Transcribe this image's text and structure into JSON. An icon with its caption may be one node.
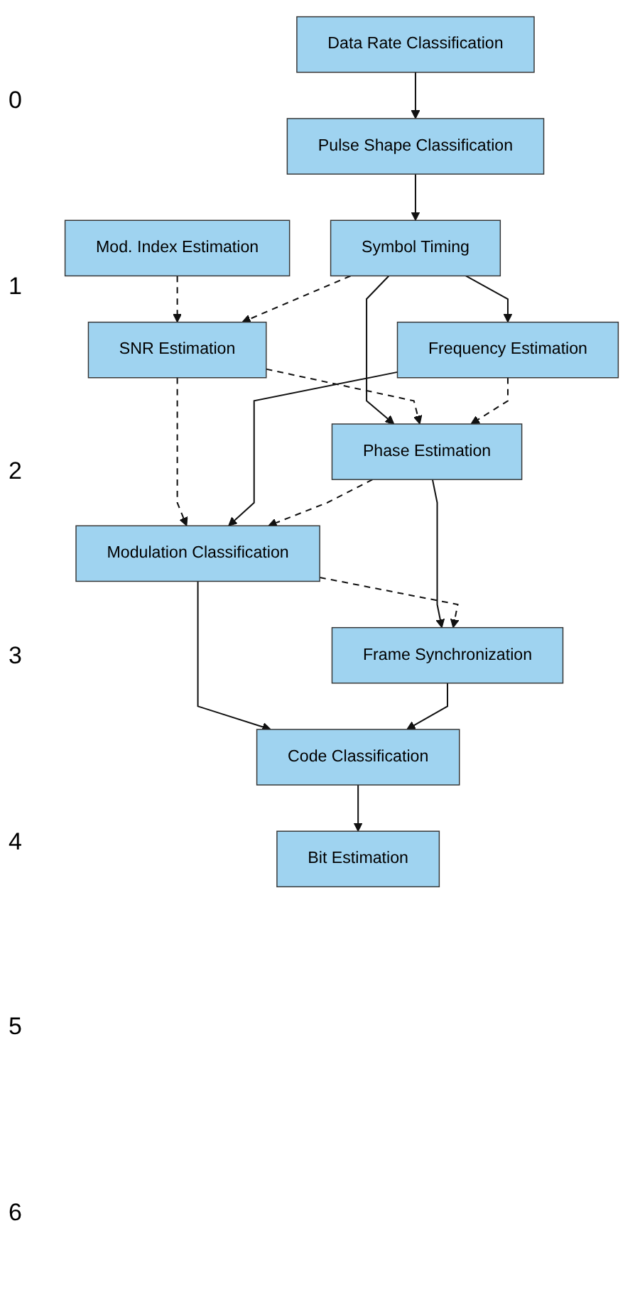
{
  "diagram": {
    "nodes": [
      {
        "text": [
          "Data Rate Classification"
        ]
      },
      {
        "text": [
          "Mod. Index Estimation"
        ]
      },
      {
        "text": [
          "Pulse Shape Classification"
        ]
      },
      {
        "text": [
          "Symbol Timing"
        ]
      },
      {
        "text": [
          "SNR Estimation"
        ]
      },
      {
        "text": [
          "Frequency Estimation"
        ]
      },
      {
        "text": [
          "Phase Estimation"
        ]
      },
      {
        "text": [
          "Modulation Classification"
        ]
      },
      {
        "text": [
          "Frame Synchronization"
        ]
      },
      {
        "text": [
          "Code Classification"
        ]
      },
      {
        "text": [
          "Bit Estimation"
        ]
      }
    ],
    "edges": [
      {
        "from": 0,
        "to": 2,
        "arrow": "to"
      },
      {
        "from": 1,
        "to": 4,
        "arrow": "to",
        "style": "dashed"
      },
      {
        "from": 2,
        "to": 3,
        "arrow": "to"
      },
      {
        "from": 3,
        "to": 4,
        "arrow": "to",
        "style": "dashed"
      },
      {
        "from": 3,
        "to": 5,
        "arrow": "to"
      },
      {
        "from": 3,
        "to": 6,
        "arrow": "to"
      },
      {
        "from": 4,
        "to": 6,
        "arrow": "to",
        "style": "dashed"
      },
      {
        "from": 4,
        "to": 7,
        "arrow": "to",
        "style": "dashed"
      },
      {
        "from": 5,
        "to": 6,
        "arrow": "to",
        "style": "dashed"
      },
      {
        "from": 5,
        "to": 7,
        "arrow": "to"
      },
      {
        "from": 6,
        "to": 7,
        "arrow": "to",
        "style": "dashed"
      },
      {
        "from": 6,
        "to": 8,
        "arrow": "to"
      },
      {
        "from": 7,
        "to": 8,
        "arrow": "to",
        "style": "dashed"
      },
      {
        "from": 7,
        "to": 9,
        "arrow": "to"
      },
      {
        "from": 8,
        "to": 9,
        "arrow": "to"
      },
      {
        "from": 9,
        "to": 10,
        "arrow": "to"
      }
    ],
    "labels": [
      "0",
      "1",
      "2",
      "3",
      "4",
      "5",
      "6"
    ]
  }
}
